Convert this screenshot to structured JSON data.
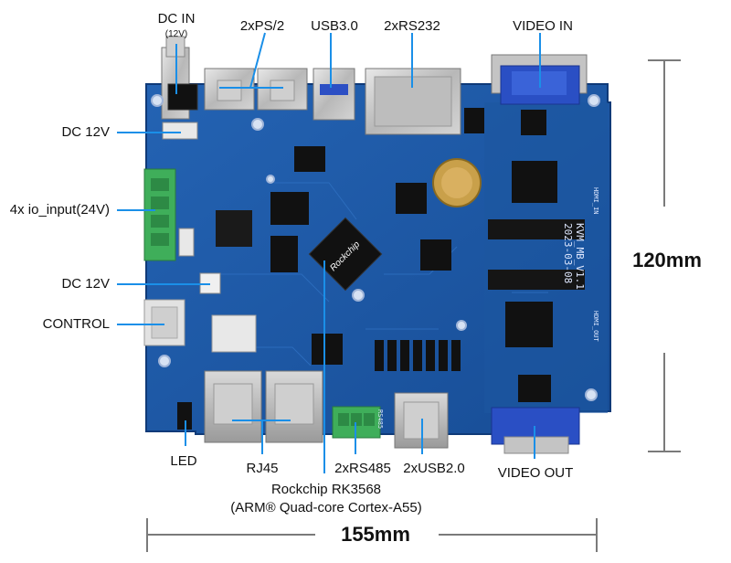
{
  "labels": {
    "dc_in": "DC IN",
    "dc_in_volt": "(12V)",
    "ps2": "2xPS/2",
    "usb3": "USB3.0",
    "rs232": "2xRS232",
    "video_in": "VIDEO IN",
    "dc12v_top": "DC 12V",
    "io_input": "4x io_input(24V)",
    "dc12v_mid": "DC 12V",
    "control": "CONTROL",
    "led": "LED",
    "rj45": "RJ45",
    "rs485": "2xRS485",
    "usb2": "2xUSB2.0",
    "video_out": "VIDEO OUT",
    "soc_name": "Rockchip RK3568",
    "soc_desc": "(ARM® Quad-core Cortex-A55)",
    "height_dim": "120mm",
    "width_dim": "155mm"
  },
  "board_silkscreen": {
    "model": "KVM_MB_V1.1",
    "date": "2023-03-08",
    "hdmi_in": "HDMI_IN",
    "hdmi_out": "HDMI_OUT",
    "chip_brand": "Rockchip",
    "rs485_tag": "RS485"
  },
  "colors": {
    "pcb": "#1f5aa8",
    "pcb_dark": "#16468a",
    "callout_line": "#1a8fe8",
    "dimension_line": "#7a7a7a",
    "text": "#111111",
    "terminal_green": "#3fae5a",
    "vga_blue": "#2a4fc4"
  }
}
